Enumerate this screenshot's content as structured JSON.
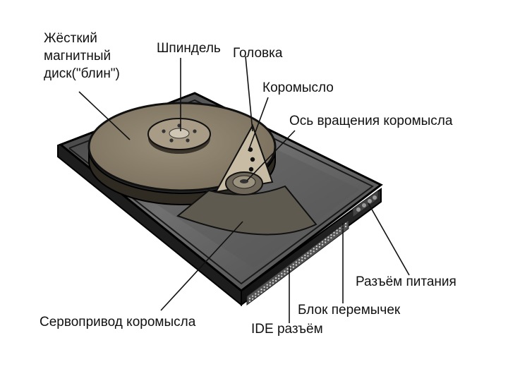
{
  "diagram": {
    "labels": {
      "disk": "Жёсткий\nмагнитный\nдиск(\"блин\")",
      "spindle": "Шпиндель",
      "head": "Головка",
      "arm": "Коромысло",
      "arm_axis": "Ось вращения коромысла",
      "power_connector": "Разъём питания",
      "jumper_block": "Блок перемычек",
      "ide_connector": "IDE разъём",
      "servo": "Сервопривод коромысла"
    }
  }
}
